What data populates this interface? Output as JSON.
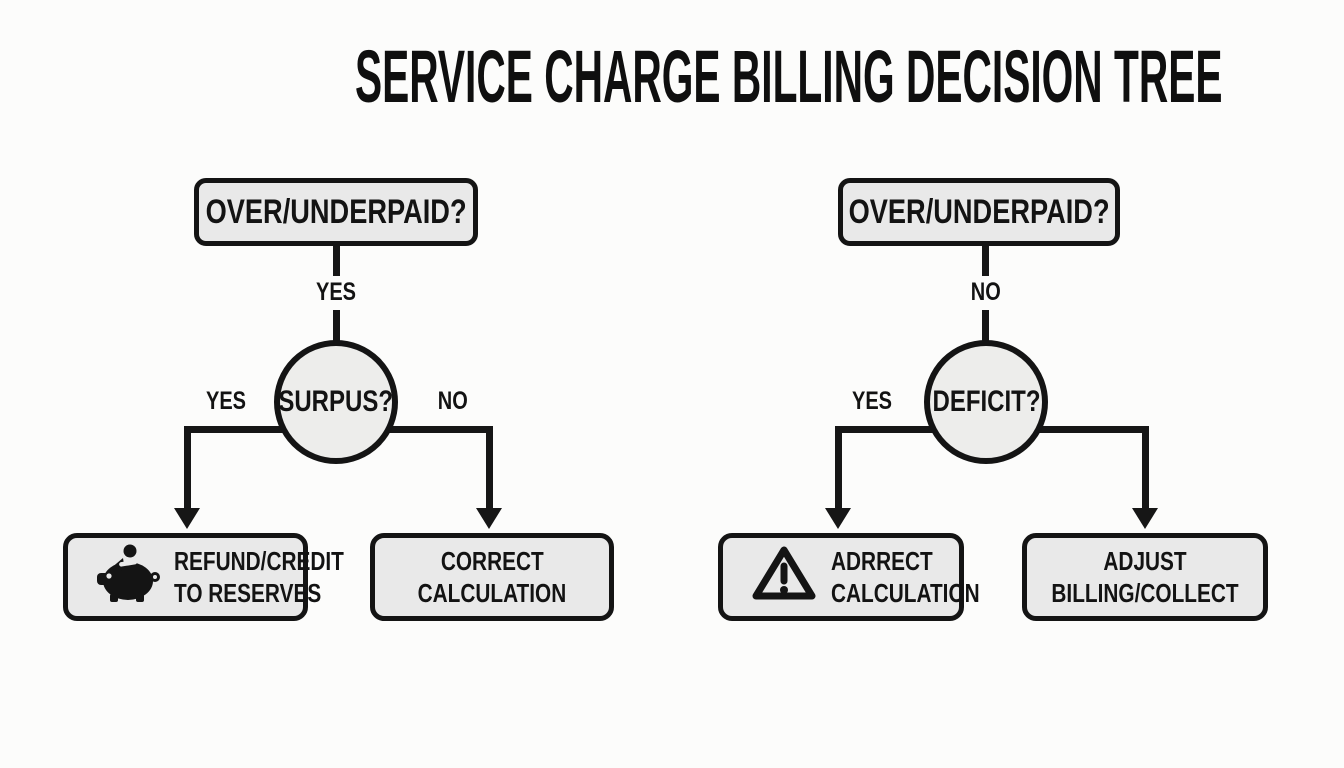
{
  "title": "SERVICE CHARGE BILLING DECISION TREE",
  "colors": {
    "node_fill": "#e9e9e9",
    "circle_fill": "#ededeb",
    "line": "#161616",
    "background": "#fcfcfb",
    "text": "#131313"
  },
  "left": {
    "root_label": "OVER/UNDERPAID?",
    "root_branch_label": "YES",
    "decision_label": "SURPUS?",
    "branch_yes_label": "YES",
    "branch_no_label": "NO",
    "leaf_yes": {
      "icon": "piggy-bank-icon",
      "lines": [
        "REFUND/CREDIT",
        "TO RESERVES"
      ]
    },
    "leaf_no": {
      "lines": [
        "CORRECT",
        "CALCULATION"
      ]
    }
  },
  "right": {
    "root_label": "OVER/UNDERPAID?",
    "root_branch_label": "NO",
    "decision_label": "DEFICIT?",
    "branch_yes_label": "YES",
    "leaf_yes": {
      "icon": "warning-triangle-icon",
      "lines": [
        "ADRRECT",
        "CALCULATION"
      ]
    },
    "leaf_no": {
      "lines": [
        "ADJUST",
        "BILLING/COLLECT"
      ]
    }
  }
}
